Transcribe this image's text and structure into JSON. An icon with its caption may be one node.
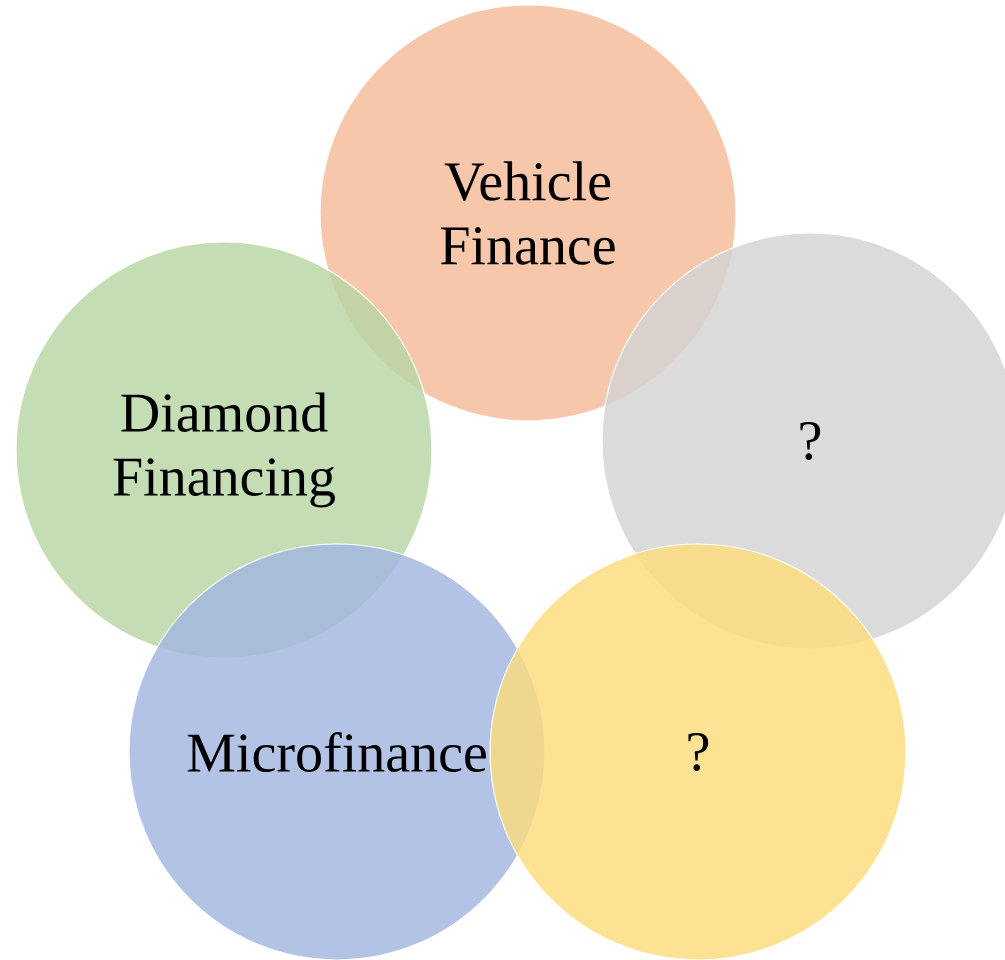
{
  "diagram": {
    "nodes": [
      {
        "text": [
          "Vehicle Finance"
        ]
      },
      {
        "text": [
          "Diamond Financing"
        ]
      },
      {
        "text": [
          "?"
        ]
      },
      {
        "text": [
          "Microfinance"
        ]
      },
      {
        "text": [
          "?"
        ]
      }
    ]
  }
}
